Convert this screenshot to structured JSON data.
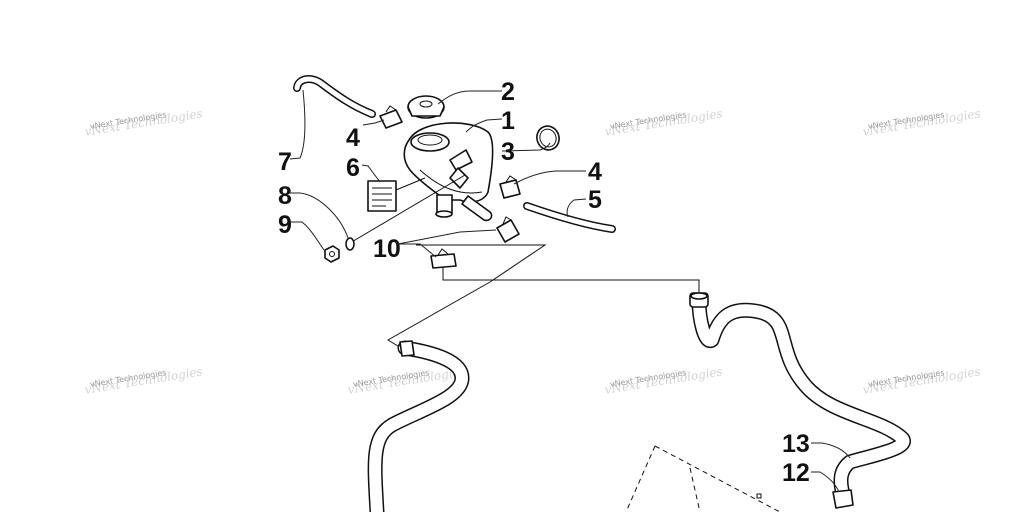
{
  "watermark": {
    "text": "vNext Technologies"
  },
  "callouts": [
    {
      "id": "1",
      "label": "1"
    },
    {
      "id": "2",
      "label": "2"
    },
    {
      "id": "3",
      "label": "3"
    },
    {
      "id": "4a",
      "label": "4"
    },
    {
      "id": "4b",
      "label": "4"
    },
    {
      "id": "5",
      "label": "5"
    },
    {
      "id": "6",
      "label": "6"
    },
    {
      "id": "7",
      "label": "7"
    },
    {
      "id": "8",
      "label": "8"
    },
    {
      "id": "9",
      "label": "9"
    },
    {
      "id": "10",
      "label": "10"
    },
    {
      "id": "12",
      "label": "12"
    },
    {
      "id": "13",
      "label": "13"
    }
  ]
}
